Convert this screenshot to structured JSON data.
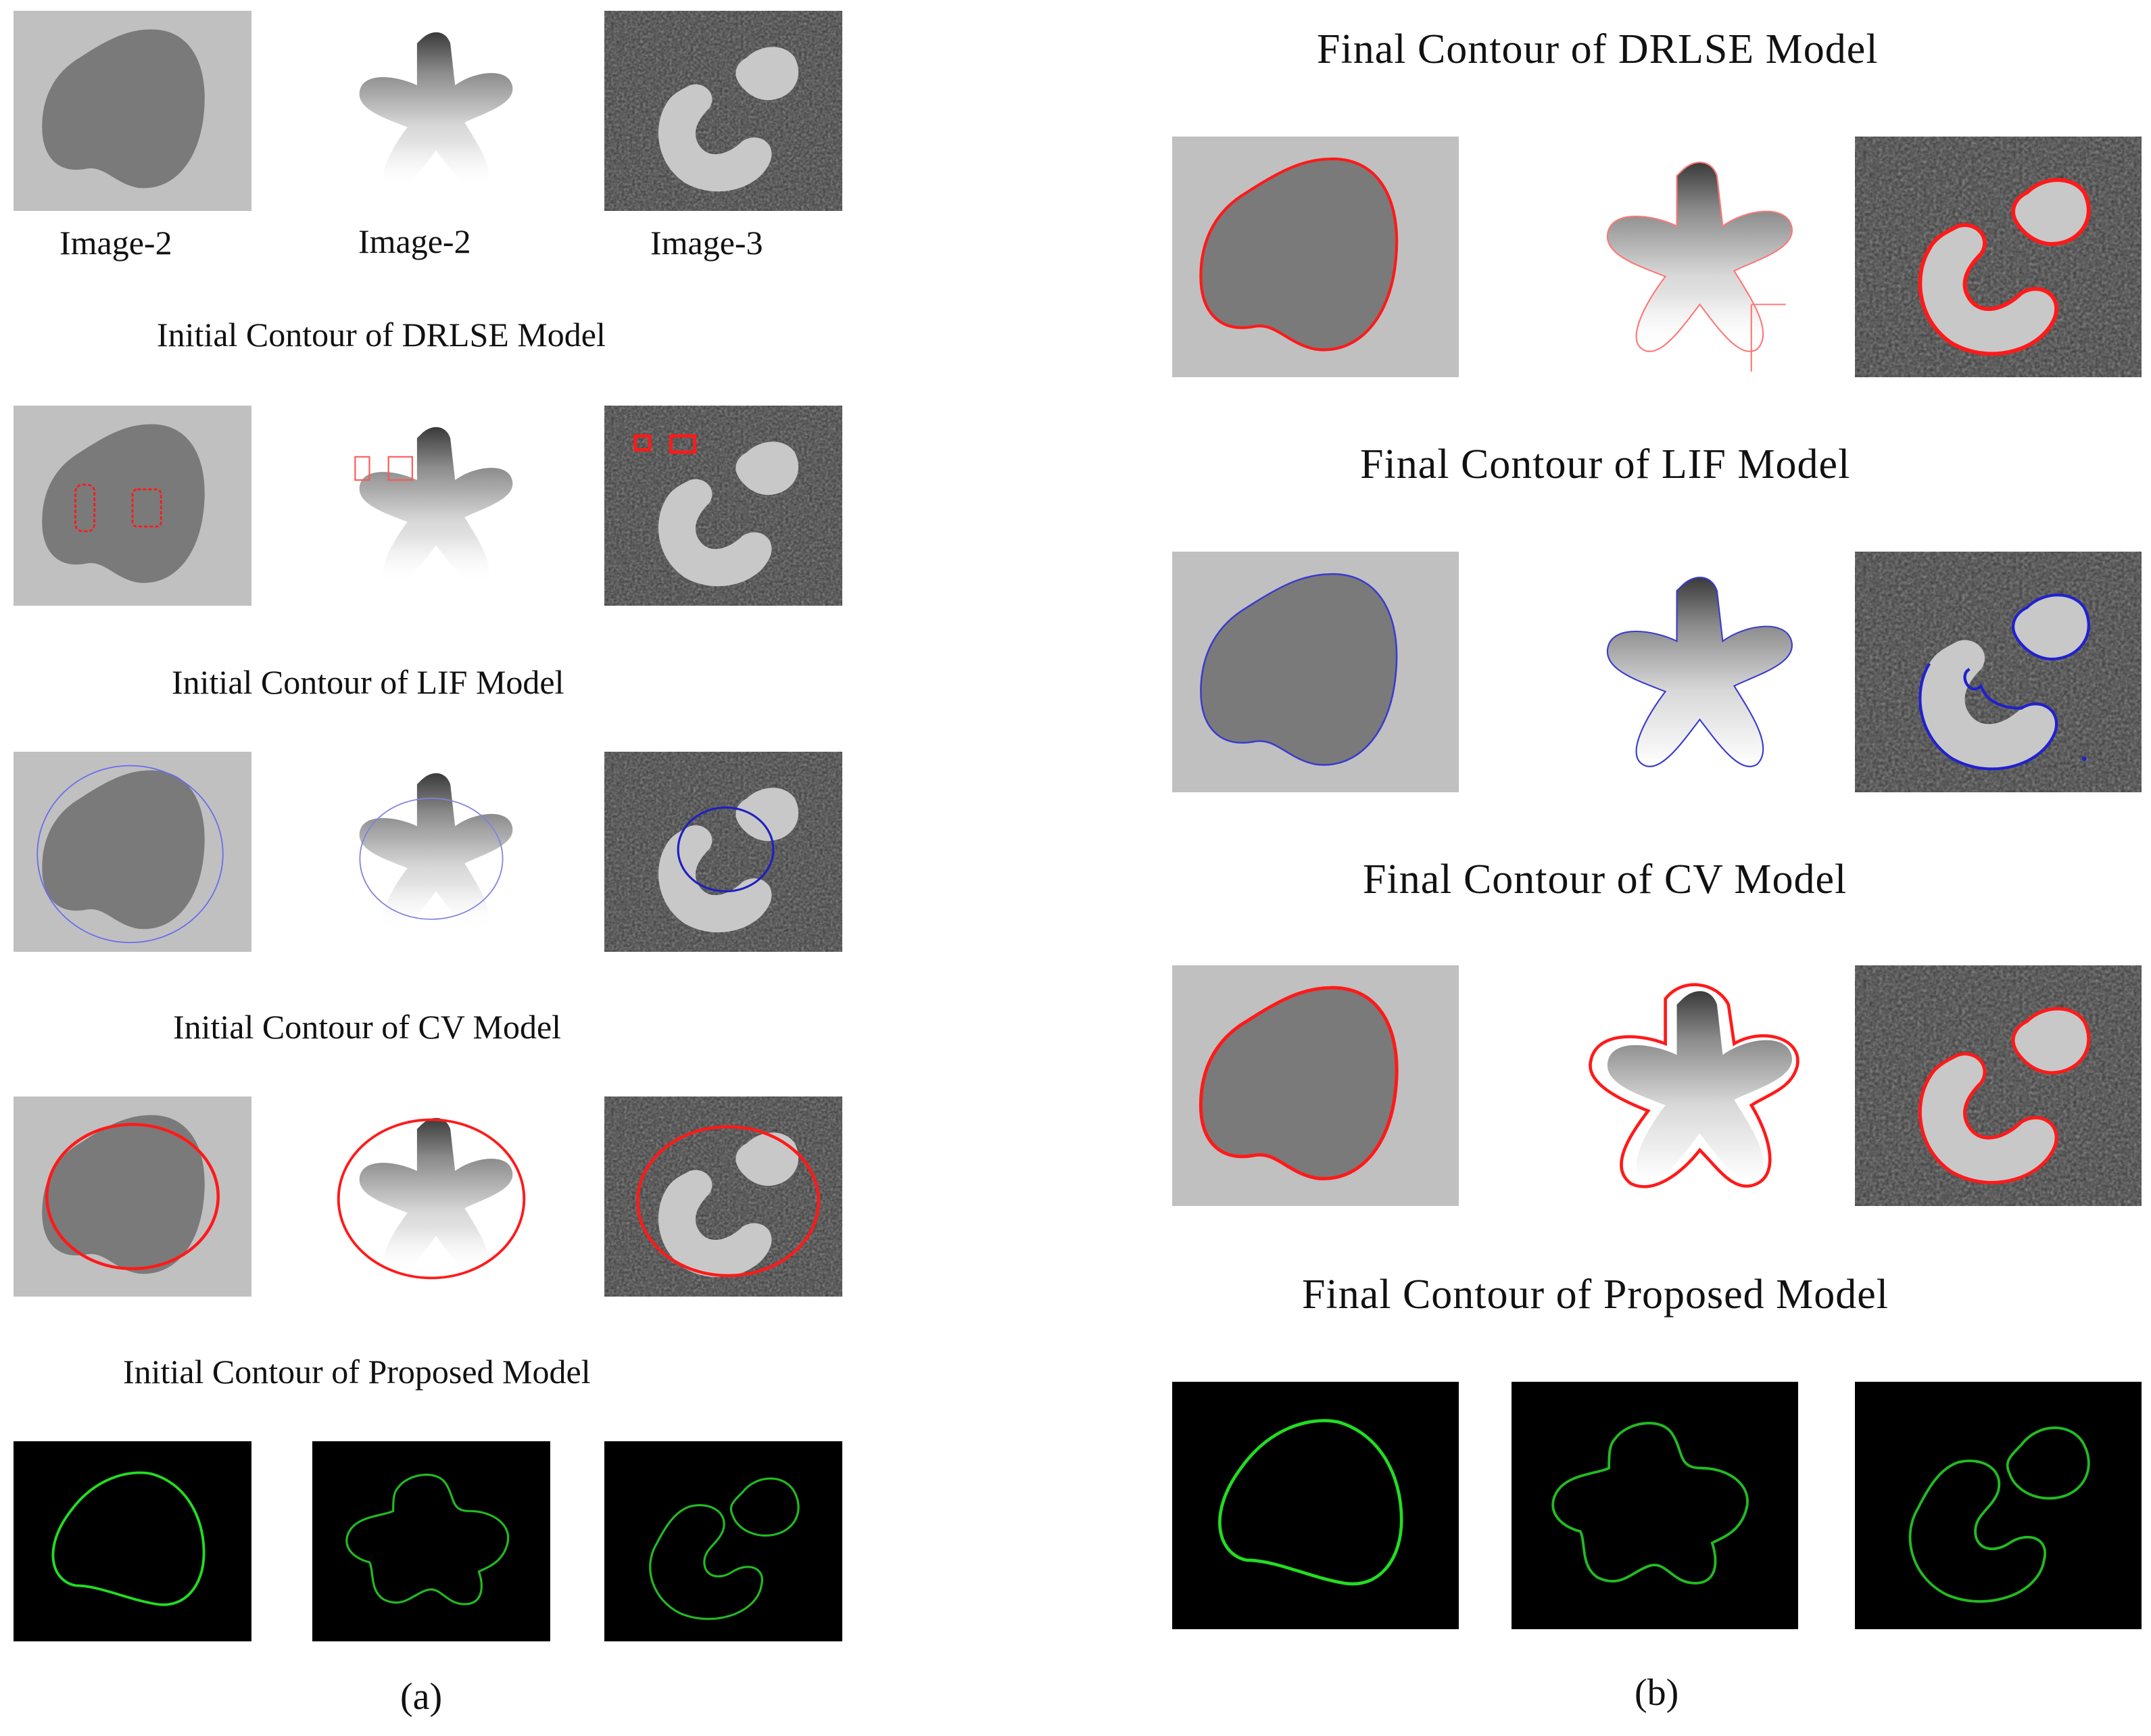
{
  "figure": {
    "panel_a": {
      "label": "(a)",
      "image_labels": [
        "Image-2",
        "Image-2",
        "Image-3"
      ],
      "sections": [
        "Initial Contour of DRLSE Model",
        "Initial Contour of LIF Model",
        "Initial Contour of CV Model",
        "Initial Contour of Proposed Model"
      ]
    },
    "panel_b": {
      "label": "(b)",
      "sections": [
        "Final Contour of DRLSE Model",
        "Final Contour of LIF Model",
        "Final Contour of CV Model",
        "Final Contour of Proposed Model"
      ]
    },
    "colors": {
      "red_contour": "#ff1a1a",
      "blue_contour": "#3a3ad0",
      "green_contour": "#22dd22",
      "light_gray_bg": "#c0c0c0",
      "dark_blob": "#7a7a7a",
      "noise_bg": "#3a3a3a",
      "black_bg": "#000000"
    }
  }
}
